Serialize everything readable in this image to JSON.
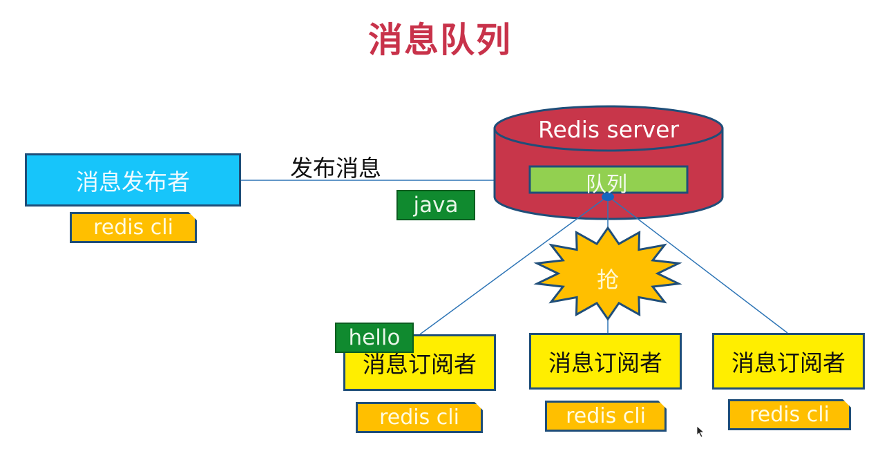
{
  "title": "消息队列",
  "publisher": {
    "label": "消息发布者",
    "client": "redis cli"
  },
  "publish_edge": {
    "label": "发布消息",
    "client_tag": "java"
  },
  "server": {
    "label": "Redis server",
    "queue": "队列"
  },
  "contention": {
    "label": "抢"
  },
  "subscribers": [
    {
      "label": "消息订阅者",
      "client": "redis cli",
      "received": "hello"
    },
    {
      "label": "消息订阅者",
      "client": "redis cli"
    },
    {
      "label": "消息订阅者",
      "client": "redis cli"
    }
  ],
  "colors": {
    "title": "#c8324a",
    "publisher": "#17c5fa",
    "server": "#c8364a",
    "queue": "#92d050",
    "subscriber": "#ffee00",
    "client": "#ffbf00",
    "tag": "#108a2f",
    "outline": "#1f4e79",
    "edge": "#2e75b6"
  }
}
